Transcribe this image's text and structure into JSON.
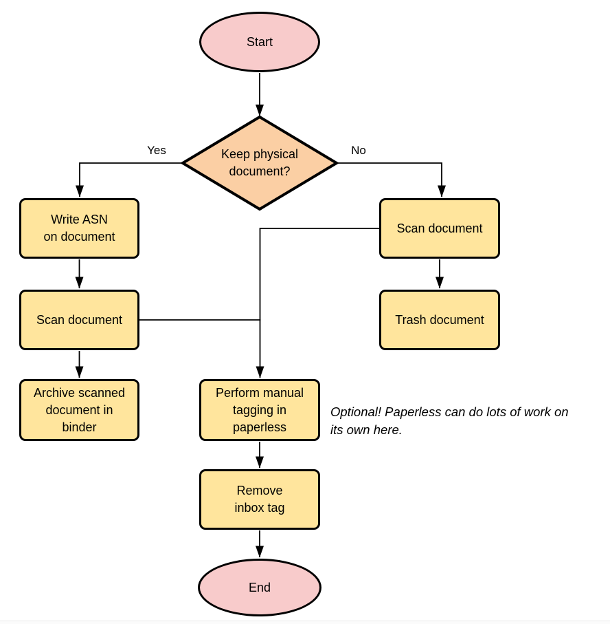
{
  "diagram": {
    "colors": {
      "terminator_fill": "#f8cbcb",
      "decision_fill": "#fbcfa4",
      "process_fill": "#ffe59d",
      "stroke": "#000000"
    },
    "nodes": {
      "start": {
        "label": "Start",
        "type": "terminator"
      },
      "decision": {
        "label": "Keep physical\ndocument?",
        "type": "decision"
      },
      "write_asn": {
        "label": "Write ASN\non document",
        "type": "process"
      },
      "scan_left": {
        "label": "Scan document",
        "type": "process"
      },
      "archive": {
        "label": "Archive scanned\ndocument in\nbinder",
        "type": "process"
      },
      "scan_right": {
        "label": "Scan document",
        "type": "process"
      },
      "trash": {
        "label": "Trash document",
        "type": "process"
      },
      "tagging": {
        "label": "Perform manual\ntagging in\npaperless",
        "type": "process"
      },
      "remove_inbox": {
        "label": "Remove\ninbox tag",
        "type": "process"
      },
      "end": {
        "label": "End",
        "type": "terminator"
      }
    },
    "edge_labels": {
      "yes": "Yes",
      "no": "No"
    },
    "annotation": "Optional! Paperless can do lots of work on\nits own here."
  }
}
